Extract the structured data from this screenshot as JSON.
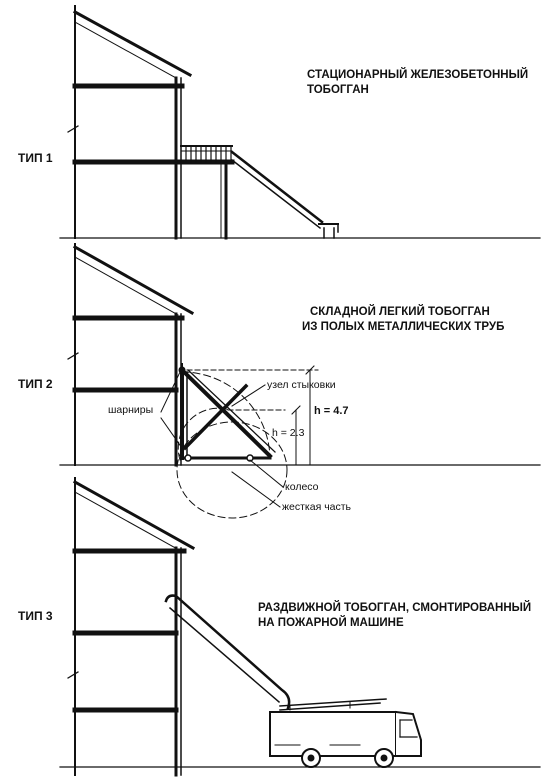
{
  "panels": [
    {
      "type_label": "ТИП 1",
      "caption_lines": [
        "СТАЦИОНАРНЫЙ ЖЕЛЕЗОБЕТОННЫЙ",
        "ТОБОГГАН"
      ]
    },
    {
      "type_label": "ТИП 2",
      "caption_lines": [
        "СКЛАДНОЙ ЛЕГКИЙ ТОБОГГАН",
        "ИЗ ПОЛЫХ МЕТАЛЛИЧЕСКИХ ТРУБ"
      ],
      "callouts": {
        "joint": "узел стыковки",
        "hinges": "шарниры",
        "height_full": "h = 4.7",
        "height_half": "h = 2.3",
        "wheel": "колесо",
        "rigid_part": "жесткая часть"
      }
    },
    {
      "type_label": "ТИП 3",
      "caption_lines": [
        "РАЗДВИЖНОЙ ТОБОГГАН, СМОНТИРОВАННЫЙ",
        "НА ПОЖАРНОЙ МАШИНЕ"
      ]
    }
  ],
  "colors": {
    "ink": "#111111",
    "background": "#ffffff"
  }
}
